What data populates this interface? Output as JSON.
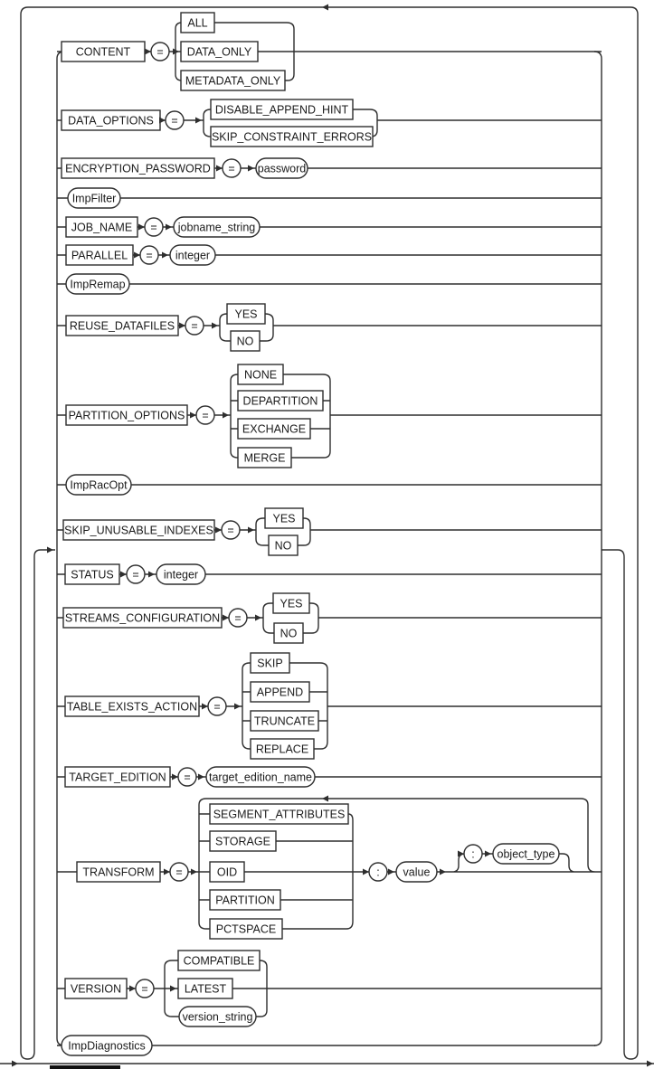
{
  "diagram": {
    "type": "railroad-syntax-diagram",
    "nodes": {
      "content": "CONTENT",
      "all": "ALL",
      "data_only": "DATA_ONLY",
      "metadata_only": "METADATA_ONLY",
      "data_options": "DATA_OPTIONS",
      "disable_append_hint": "DISABLE_APPEND_HINT",
      "skip_constraint_errors": "SKIP_CONSTRAINT_ERRORS",
      "encryption_password": "ENCRYPTION_PASSWORD",
      "password": "password",
      "impfilter": "ImpFilter",
      "job_name": "JOB_NAME",
      "jobname_string": "jobname_string",
      "parallel": "PARALLEL",
      "integer": "integer",
      "impremap": "ImpRemap",
      "reuse_datafiles": "REUSE_DATAFILES",
      "yes": "YES",
      "no": "NO",
      "partition_options": "PARTITION_OPTIONS",
      "none": "NONE",
      "departition": "DEPARTITION",
      "exchange": "EXCHANGE",
      "merge": "MERGE",
      "impracopt": "ImpRacOpt",
      "skip_unusable_indexes": "SKIP_UNUSABLE_INDEXES",
      "status": "STATUS",
      "streams_configuration": "STREAMS_CONFIGURATION",
      "table_exists_action": "TABLE_EXISTS_ACTION",
      "skip": "SKIP",
      "append": "APPEND",
      "truncate": "TRUNCATE",
      "replace": "REPLACE",
      "target_edition": "TARGET_EDITION",
      "target_edition_name": "target_edition_name",
      "transform": "TRANSFORM",
      "segment_attributes": "SEGMENT_ATTRIBUTES",
      "storage": "STORAGE",
      "oid": "OID",
      "partition": "PARTITION",
      "pctspace": "PCTSPACE",
      "value": "value",
      "object_type": "object_type",
      "version": "VERSION",
      "compatible": "COMPATIBLE",
      "latest": "LATEST",
      "version_string": "version_string",
      "impdiagnostics": "ImpDiagnostics",
      "equals": "=",
      "colon": ":"
    },
    "syntax": {
      "repeatable_alternatives": [
        {
          "keyword": "CONTENT",
          "operator": "=",
          "choices": [
            "ALL",
            "DATA_ONLY",
            "METADATA_ONLY"
          ]
        },
        {
          "keyword": "DATA_OPTIONS",
          "operator": "=",
          "choices": [
            "DISABLE_APPEND_HINT",
            "SKIP_CONSTRAINT_ERRORS"
          ]
        },
        {
          "keyword": "ENCRYPTION_PASSWORD",
          "operator": "=",
          "variable": "password"
        },
        {
          "subclause": "ImpFilter"
        },
        {
          "keyword": "JOB_NAME",
          "operator": "=",
          "variable": "jobname_string"
        },
        {
          "keyword": "PARALLEL",
          "operator": "=",
          "variable": "integer"
        },
        {
          "subclause": "ImpRemap"
        },
        {
          "keyword": "REUSE_DATAFILES",
          "operator": "=",
          "choices": [
            "YES",
            "NO"
          ]
        },
        {
          "keyword": "PARTITION_OPTIONS",
          "operator": "=",
          "choices": [
            "NONE",
            "DEPARTITION",
            "EXCHANGE",
            "MERGE"
          ]
        },
        {
          "subclause": "ImpRacOpt"
        },
        {
          "keyword": "SKIP_UNUSABLE_INDEXES",
          "operator": "=",
          "choices": [
            "YES",
            "NO"
          ]
        },
        {
          "keyword": "STATUS",
          "operator": "=",
          "variable": "integer"
        },
        {
          "keyword": "STREAMS_CONFIGURATION",
          "operator": "=",
          "choices": [
            "YES",
            "NO"
          ]
        },
        {
          "keyword": "TABLE_EXISTS_ACTION",
          "operator": "=",
          "choices": [
            "SKIP",
            "APPEND",
            "TRUNCATE",
            "REPLACE"
          ]
        },
        {
          "keyword": "TARGET_EDITION",
          "operator": "=",
          "variable": "target_edition_name"
        },
        {
          "keyword": "TRANSFORM",
          "operator": "=",
          "choices": [
            "SEGMENT_ATTRIBUTES",
            "STORAGE",
            "OID",
            "PARTITION",
            "PCTSPACE"
          ],
          "then": [
            ":",
            "value"
          ],
          "optional_suffix": [
            ":",
            "object_type"
          ],
          "repeatable": true
        },
        {
          "keyword": "VERSION",
          "operator": "=",
          "choices": [
            "COMPATIBLE",
            "LATEST",
            "version_string"
          ]
        },
        {
          "subclause": "ImpDiagnostics"
        }
      ]
    }
  }
}
